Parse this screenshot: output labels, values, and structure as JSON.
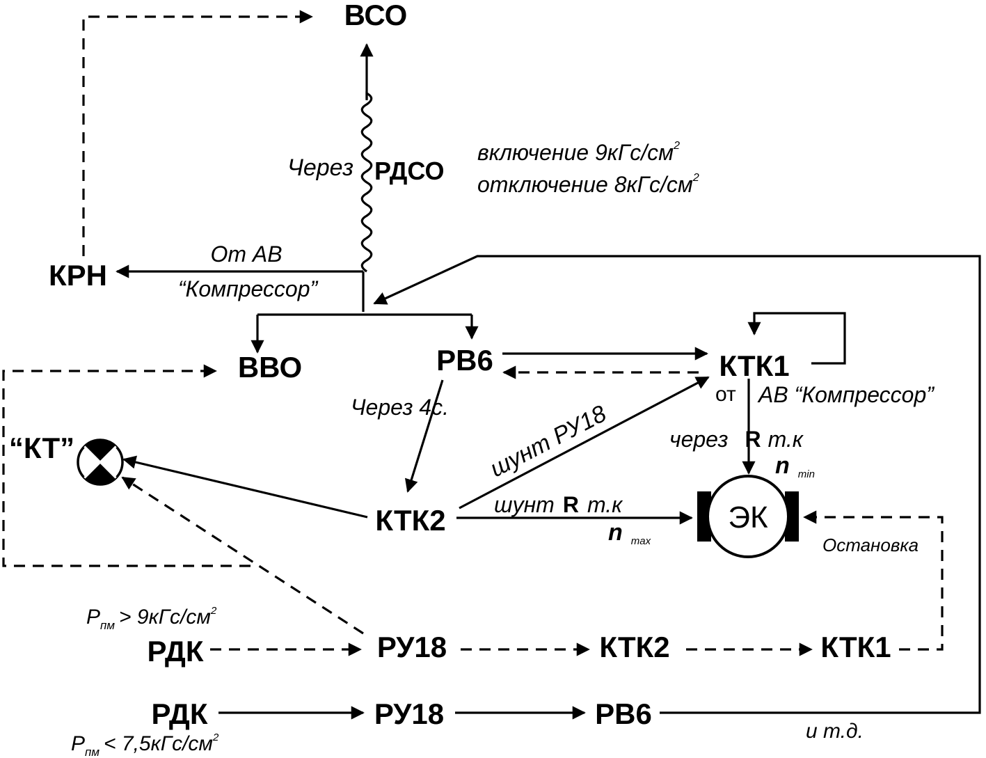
{
  "nodes": {
    "vso": "ВСО",
    "krn": "КРН",
    "vvo": "ВВО",
    "rv6_top": "РВ6",
    "ktk1_top": "КТК1",
    "kt_lamp": "“КТ”",
    "ktk2_mid": "КТК2",
    "motor": "ЭК",
    "rdk_1": "РДК",
    "ru18_1": "РУ18",
    "ktk2_bottom": "КТК2",
    "ktk1_bottom": "КТК1",
    "rdk_2": "РДК",
    "ru18_2": "РУ18",
    "rv6_bottom": "РВ6"
  },
  "labels": {
    "cherez": "Через",
    "rdso": "РДСО",
    "on_pressure": "включение 9кГс/см",
    "on_sup": "2",
    "off_pressure": "отключение 8кГс/см",
    "off_sup": "2",
    "ot_av": "От АВ",
    "kompressor": "“Компрессор”",
    "cherez_4s": "Через 4с.",
    "shunt_ru18": "шунт РУ18",
    "ot": "от",
    "av_kompressor": "АВ “Компрессор”",
    "cherez_r_word": "через",
    "r_letter": "R",
    "tk": "т.к",
    "n_min": "n",
    "n_min_sub": "min",
    "shunt_word": "шунт",
    "shunt_r_letter": "R",
    "shunt_tk": "т.к",
    "n_max": "n",
    "n_max_sub": "max",
    "ostanovka": "Остановка",
    "p_pm_1": "P",
    "p_pm_1_sub": "пм",
    "p_pm_1_rest": "> 9кГс/см",
    "p_pm_1_sup": "2",
    "p_pm_2": "P",
    "p_pm_2_sub": "пм",
    "p_pm_2_rest": "< 7,5кГс/см",
    "p_pm_2_sup": "2",
    "itd": "и т.д."
  },
  "colors": {
    "stroke": "#000000",
    "background": "#ffffff"
  }
}
